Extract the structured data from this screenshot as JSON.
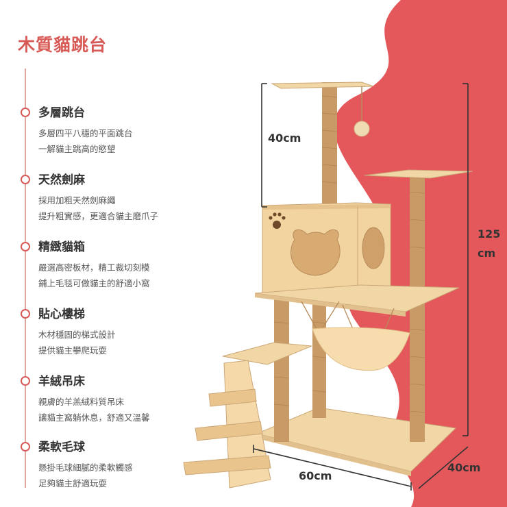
{
  "page": {
    "title": "木質貓跳台"
  },
  "features": [
    {
      "title": "多層跳台",
      "line1": "多層四平八穩的平面跳台",
      "line2": "一解貓主跳高的慾望"
    },
    {
      "title": "天然劍麻",
      "line1": "採用加粗天然劍麻繩",
      "line2": "提升粗實感，更適合貓主磨爪子"
    },
    {
      "title": "精緻貓箱",
      "line1": "嚴選高密板材，精工裁切刻模",
      "line2": "鋪上毛毯可做貓主的舒適小窩"
    },
    {
      "title": "貼心樓梯",
      "line1": "木材穩固的梯式設計",
      "line2": "提供貓主攀爬玩耍"
    },
    {
      "title": "羊絨吊床",
      "line1": "親膚的羊羔絨料質吊床",
      "line2": "讓貓主窩躺休息，舒適又溫馨"
    },
    {
      "title": "柔軟毛球",
      "line1": "懸掛毛球細膩的柔軟觸感",
      "line2": "足夠貓主舒適玩耍"
    }
  ],
  "dimensions": {
    "top_height": "40cm",
    "total_height_value": "125",
    "total_height_unit": "cm",
    "width": "60cm",
    "depth": "40cm"
  },
  "colors": {
    "accent": "#d85a56",
    "background_shape": "#e4585c",
    "wood": "#f2d7a6",
    "sisal": "#c89a66"
  }
}
